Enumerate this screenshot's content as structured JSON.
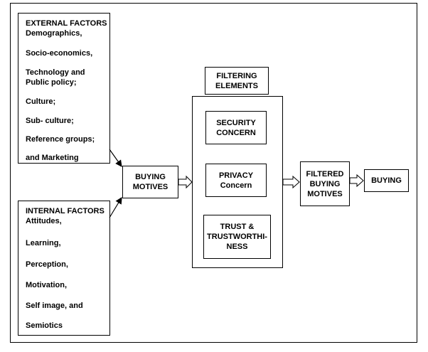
{
  "external": {
    "title": "EXTERNAL FACTORS",
    "items": [
      "Demographics,",
      "Socio-economics,",
      "Technology and\nPublic policy;",
      "Culture;",
      "Sub- culture;",
      "Reference  groups;",
      "and  Marketing"
    ]
  },
  "internal": {
    "title": "INTERNAL FACTORS",
    "items": [
      "Attitudes,",
      "Learning,",
      "Perception,",
      "Motivation,",
      "Self image, and",
      "Semiotics"
    ]
  },
  "buying_motives": "BUYING\nMOTIVES",
  "filtering": {
    "title": "FILTERING\nELEMENTS",
    "items": [
      "SECURITY\nCONCERN",
      "PRIVACY\nConcern",
      "TRUST &\nTRUSTWORTHI-\nNESS"
    ]
  },
  "filtered_motives": "FILTERED\nBUYING\nMOTIVES",
  "buying": "BUYING"
}
